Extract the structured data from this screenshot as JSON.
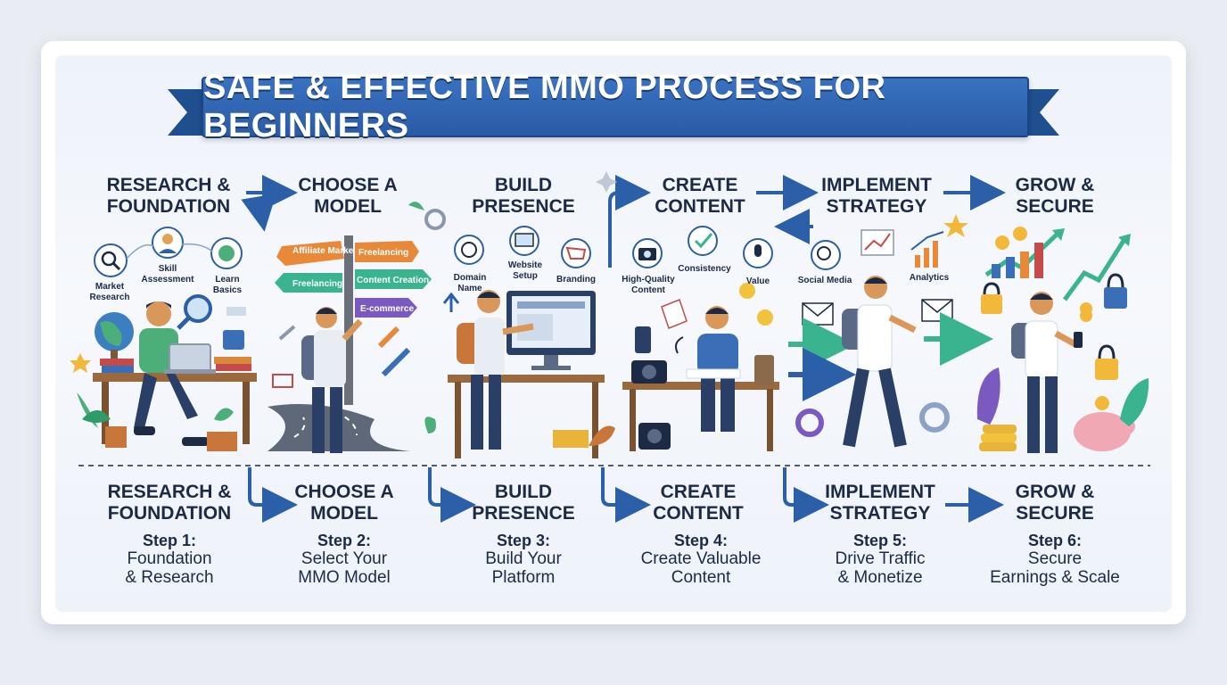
{
  "title": "SAFE & EFFECTIVE MMO PROCESS FOR BEGINNERS",
  "steps": [
    {
      "heading_line1": "RESEARCH &",
      "heading_line2": "FOUNDATION",
      "labels": [
        "Market Research",
        "Skill Assessment",
        "Learn Basics"
      ],
      "step_label": "Step 1:",
      "desc_line1": "Foundation",
      "desc_line2": "& Research"
    },
    {
      "heading_line1": "CHOOSE A",
      "heading_line2": "MODEL",
      "signs": [
        "Affiliate Marketing",
        "Freelancing",
        "Content Creation",
        "Freelancing",
        "E-commerce"
      ],
      "step_label": "Step 2:",
      "desc_line1": "Select Your",
      "desc_line2": "MMO Model"
    },
    {
      "heading_line1": "BUILD",
      "heading_line2": "PRESENCE",
      "labels": [
        "Domain Name",
        "Website Setup",
        "Branding"
      ],
      "step_label": "Step 3:",
      "desc_line1": "Build Your",
      "desc_line2": "Platform"
    },
    {
      "heading_line1": "CREATE",
      "heading_line2": "CONTENT",
      "labels": [
        "High-Quality Content",
        "Consistency",
        "Value"
      ],
      "step_label": "Step 4:",
      "desc_line1": "Create Valuable",
      "desc_line2": "Content"
    },
    {
      "heading_line1": "IMPLEMENT",
      "heading_line2": "STRATEGY",
      "labels": [
        "Social Media",
        "Analytics"
      ],
      "step_label": "Step 5:",
      "desc_line1": "Drive Traffic",
      "desc_line2": "& Monetize"
    },
    {
      "heading_line1": "GROW &",
      "heading_line2": "SECURE",
      "step_label": "Step 6:",
      "desc_line1": "Secure",
      "desc_line2": "Earnings & Scale"
    }
  ],
  "colors": {
    "banner": "#2a5aa6",
    "arrow": "#2b5fa8",
    "text": "#1c2a44",
    "shirt_green": "#4caf7a",
    "backpack": "#c8763a",
    "teal_arrow": "#39b48f"
  }
}
